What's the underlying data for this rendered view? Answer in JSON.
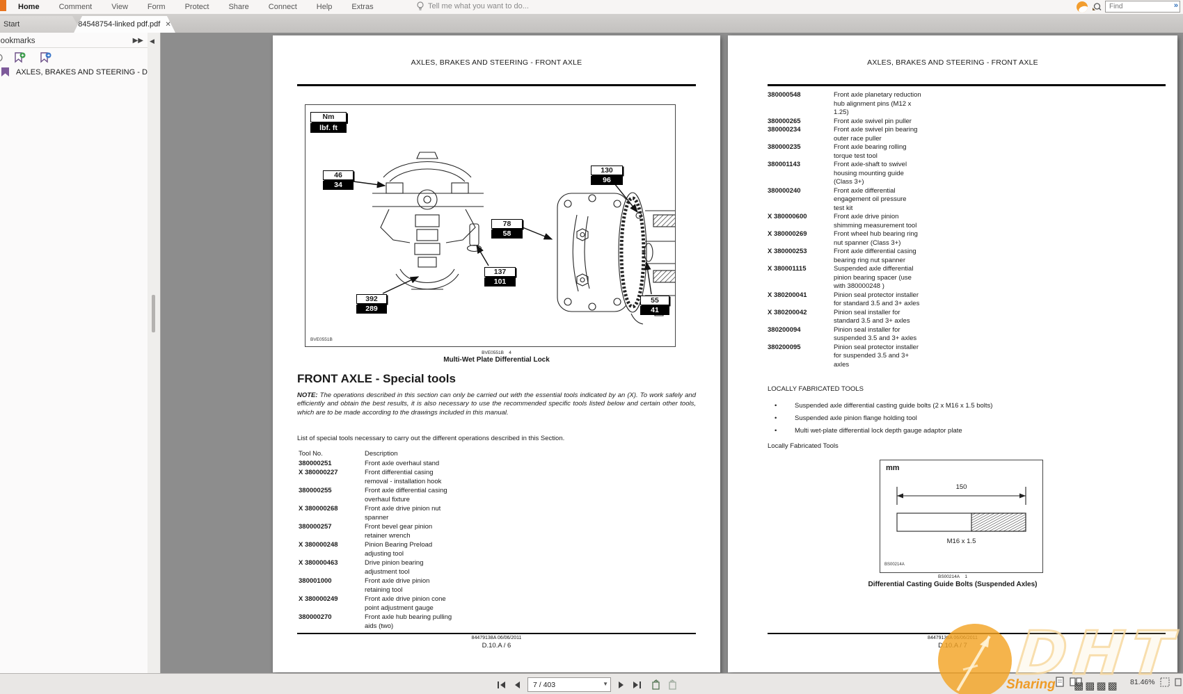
{
  "menu": {
    "items": [
      {
        "label": "Home"
      },
      {
        "label": "Comment"
      },
      {
        "label": "View"
      },
      {
        "label": "Form"
      },
      {
        "label": "Protect"
      },
      {
        "label": "Share"
      },
      {
        "label": "Connect"
      },
      {
        "label": "Help"
      },
      {
        "label": "Extras"
      }
    ],
    "assistant": "Tell me what you want to do...",
    "find_placeholder": "Find"
  },
  "tabs": {
    "start": "Start",
    "document": "84548754-linked pdf.pdf",
    "close": "✕"
  },
  "bookmarks": {
    "title": "Bookmarks",
    "item": "AXLES, BRAKES AND STEERING - D"
  },
  "doc": {
    "left": {
      "header": "AXLES, BRAKES AND STEERING - FRONT AXLE",
      "figure": {
        "legend_nm": "Nm",
        "legend_lbf": "lbf. ft",
        "code": "BVE0551B",
        "caption_code": "BVE0551B",
        "caption_index": "4",
        "caption": "Multi-Wet Plate Differential Lock",
        "callouts": [
          {
            "nm": "46",
            "lbf": "34"
          },
          {
            "nm": "130",
            "lbf": "96"
          },
          {
            "nm": "78",
            "lbf": "58"
          },
          {
            "nm": "137",
            "lbf": "101"
          },
          {
            "nm": "392",
            "lbf": "289"
          },
          {
            "nm": "55",
            "lbf": "41"
          }
        ]
      },
      "heading": "FRONT AXLE - Special tools",
      "note_label": "NOTE:",
      "note_text": "The operations described in this section can only be carried out with the essential tools indicated by an (X). To work safely and efficiently and obtain the best results, it is also necessary to use the recommended specific tools listed below and certain other tools, which are to be made according to the drawings included in this manual.",
      "list_intro": "List of special tools necessary to carry out the different operations described in this Section.",
      "table_head": {
        "col1": "Tool No.",
        "col2": "Description"
      },
      "rows": [
        {
          "no": "380000251",
          "t": "Front axle overhaul stand"
        },
        {
          "no": "X 380000227",
          "t": "Front differential casing"
        },
        {
          "no": "",
          "t": "removal - installation hook"
        },
        {
          "no": "380000255",
          "t": "Front axle differential casing"
        },
        {
          "no": "",
          "t": "overhaul fixture"
        },
        {
          "no": "X 380000268",
          "t": "Front axle drive pinion nut"
        },
        {
          "no": "",
          "t": "spanner"
        },
        {
          "no": "380000257",
          "t": "Front bevel gear pinion"
        },
        {
          "no": "",
          "t": "retainer wrench"
        },
        {
          "no": "X 380000248",
          "t": "Pinion Bearing Preload"
        },
        {
          "no": "",
          "t": "adjusting tool"
        },
        {
          "no": "X 380000463",
          "t": "Drive pinion bearing"
        },
        {
          "no": "",
          "t": "adjustment tool"
        },
        {
          "no": "380001000",
          "t": "Front axle drive pinion"
        },
        {
          "no": "",
          "t": "retaining tool"
        },
        {
          "no": "X 380000249",
          "t": "Front axle drive pinion cone"
        },
        {
          "no": "",
          "t": "point adjustment gauge"
        },
        {
          "no": "380000270",
          "t": "Front axle hub bearing pulling"
        },
        {
          "no": "",
          "t": "aids (two)"
        }
      ],
      "footer_doc": "84479138A 06/06/2011",
      "footer_page": "D.10.A / 6"
    },
    "right": {
      "header": "AXLES, BRAKES AND STEERING - FRONT AXLE",
      "rows": [
        {
          "no": "380000548",
          "t": "Front axle planetary reduction"
        },
        {
          "no": "",
          "t": "hub alignment pins (M12 x"
        },
        {
          "no": "",
          "t": "1.25)"
        },
        {
          "no": "380000265",
          "t": "Front axle swivel pin puller"
        },
        {
          "no": "380000234",
          "t": "Front axle swivel pin bearing"
        },
        {
          "no": "",
          "t": "outer race puller"
        },
        {
          "no": "380000235",
          "t": "Front axle bearing rolling"
        },
        {
          "no": "",
          "t": "torque test tool"
        },
        {
          "no": "380001143",
          "t": "Front axle-shaft to swivel"
        },
        {
          "no": "",
          "t": "housing mounting guide"
        },
        {
          "no": "",
          "t": "(Class 3+)"
        },
        {
          "no": "380000240",
          "t": "Front axle differential"
        },
        {
          "no": "",
          "t": "engagement oil pressure"
        },
        {
          "no": "",
          "t": "test kit"
        },
        {
          "no": "X 380000600",
          "t": "Front axle drive pinion"
        },
        {
          "no": "",
          "t": "shimming measurement tool"
        },
        {
          "no": "X 380000269",
          "t": "Front wheel hub bearing ring"
        },
        {
          "no": "",
          "t": "nut spanner (Class 3+)"
        },
        {
          "no": "X 380000253",
          "t": "Front axle differential casing"
        },
        {
          "no": "",
          "t": "bearing ring nut spanner"
        },
        {
          "no": "X 380001115",
          "t": "Suspended axle differential"
        },
        {
          "no": "",
          "t": "pinion bearing spacer (use"
        },
        {
          "no": "",
          "t": "with 380000248 )"
        },
        {
          "no": "X 380200041",
          "t": "Pinion seal protector installer"
        },
        {
          "no": "",
          "t": "for standard 3.5 and 3+ axles"
        },
        {
          "no": "X 380200042",
          "t": "Pinion seal installer for"
        },
        {
          "no": "",
          "t": "standard 3.5 and 3+ axles"
        },
        {
          "no": "380200094",
          "t": "Pinion seal installer for"
        },
        {
          "no": "",
          "t": "suspended 3.5 and 3+ axles"
        },
        {
          "no": "380200095",
          "t": "Pinion seal protector installer"
        },
        {
          "no": "",
          "t": "for suspended 3.5 and 3+"
        },
        {
          "no": "",
          "t": "axles"
        }
      ],
      "fabricated_title": "LOCALLY FABRICATED TOOLS",
      "bullets": [
        {
          "t": "Suspended axle differential casting guide bolts (2 x M16 x 1.5 bolts)"
        },
        {
          "t": "Suspended axle pinion flange holding tool"
        },
        {
          "t": "Multi wet-plate differential lock depth gauge adaptor plate"
        }
      ],
      "fabricated_sub": "Locally Fabricated Tools",
      "figure": {
        "unit": "mm",
        "dim": "150",
        "thread": "M16 x 1.5",
        "code": "BS00214A",
        "caption_code": "BS00214A",
        "caption_index": "1",
        "caption": "Differential Casting Guide Bolts (Suspended Axles)"
      },
      "footer_doc": "84479138A 06/06/2011",
      "footer_page": "D.10.A / 7"
    }
  },
  "toolbar": {
    "page_value": "7 / 403",
    "zoom": "81.46%"
  },
  "watermark": {
    "brand": "DHT",
    "sharing": "Sharing",
    "glyphs": "▩▩▩▩"
  }
}
